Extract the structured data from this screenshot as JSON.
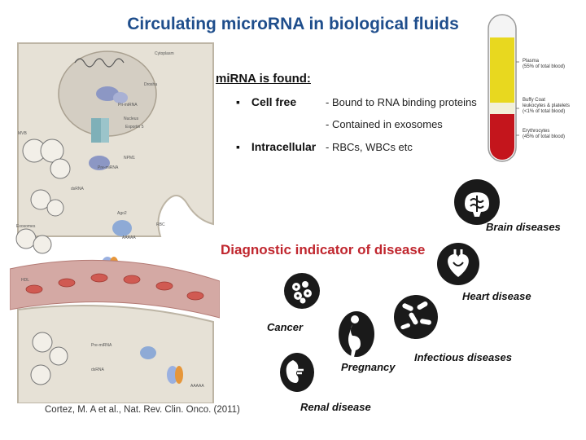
{
  "title": "Circulating microRNA in biological fluids",
  "found": {
    "heading": "miRNA is found:",
    "bullet_glyph": "▪",
    "items": [
      {
        "label": "Cell free",
        "details": [
          "- Bound to RNA binding proteins",
          "- Contained in exosomes"
        ]
      },
      {
        "label": "Intracellular",
        "details": [
          "- RBCs, WBCs etc"
        ]
      }
    ]
  },
  "tube": {
    "plasma": "Plasma",
    "plasma_note": "(55% of total blood)",
    "buffy": "Buffy Coat",
    "buffy_note1": "leukocytes & platelets",
    "buffy_note2": "(<1% of total blood)",
    "ery": "Erythrocytes",
    "ery_note": "(45% of total blood)",
    "colors": {
      "plasma": "#e8d81f",
      "buffy": "#f2f0d8",
      "ery": "#c4151c"
    }
  },
  "diagnostic": {
    "heading": "Diagnostic indicator of disease",
    "diseases": [
      {
        "label": "Brain diseases",
        "icon": "brain-icon"
      },
      {
        "label": "Heart disease",
        "icon": "heart-icon"
      },
      {
        "label": "Cancer",
        "icon": "cancer-cells-icon"
      },
      {
        "label": "Pregnancy",
        "icon": "pregnancy-icon"
      },
      {
        "label": "Infectious diseases",
        "icon": "bacteria-icon"
      },
      {
        "label": "Renal disease",
        "icon": "kidney-icon"
      }
    ]
  },
  "cell_labels": {
    "cytoplasm": "Cytoplasm",
    "drosha": "Drosha",
    "nucleus": "Nucleus",
    "exportin": "Exportin 5",
    "pri": "Pri-miRNA",
    "pre": "Pre-miRNA",
    "mvb": "MVB",
    "npm1": "NPM1",
    "ago2": "Ago2",
    "dsrna": "dsRNA",
    "exosomes": "Exosomes",
    "hdl": "HDL",
    "rbc": "RBC",
    "aaaaa": "AAAAA"
  },
  "citation": "Cortez, M. A et al., Nat. Rev. Clin. Onco. (2011)"
}
